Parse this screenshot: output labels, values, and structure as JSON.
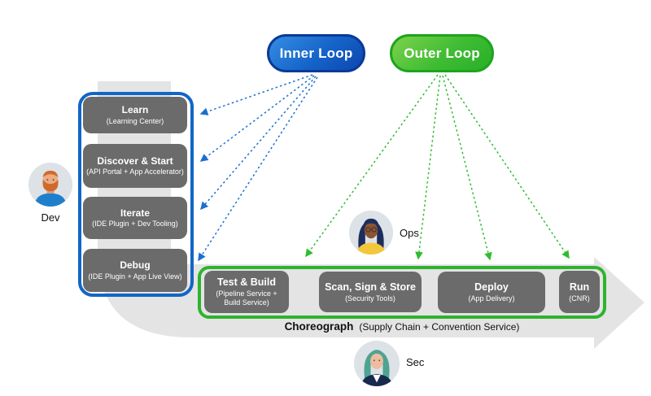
{
  "diagram": {
    "loops": {
      "inner": {
        "label": "Inner Loop"
      },
      "outer": {
        "label": "Outer Loop"
      }
    },
    "inner_steps": [
      {
        "title": "Learn",
        "subtitle": "(Learning Center)"
      },
      {
        "title": "Discover & Start",
        "subtitle": "(API Portal + App Accelerator)"
      },
      {
        "title": "Iterate",
        "subtitle": "(IDE Plugin + Dev Tooling)"
      },
      {
        "title": "Debug",
        "subtitle": "(IDE Plugin + App Live View)"
      }
    ],
    "outer_steps": [
      {
        "title": "Test & Build",
        "subtitle": "(Pipeline Service + Build Service)"
      },
      {
        "title": "Scan, Sign & Store",
        "subtitle": "(Security Tools)"
      },
      {
        "title": "Deploy",
        "subtitle": "(App Delivery)"
      },
      {
        "title": "Run",
        "subtitle": "(CNR)"
      }
    ],
    "choreograph": {
      "title": "Choreograph",
      "subtitle": "(Supply Chain + Convention Service)"
    },
    "personas": [
      {
        "role": "Dev"
      },
      {
        "role": "Ops"
      },
      {
        "role": "Sec"
      }
    ],
    "colors": {
      "inner_loop_blue": "#1166c6",
      "outer_loop_green": "#2db42d",
      "node_gray": "#6b6b6b",
      "band_gray": "#e4e4e4"
    }
  }
}
